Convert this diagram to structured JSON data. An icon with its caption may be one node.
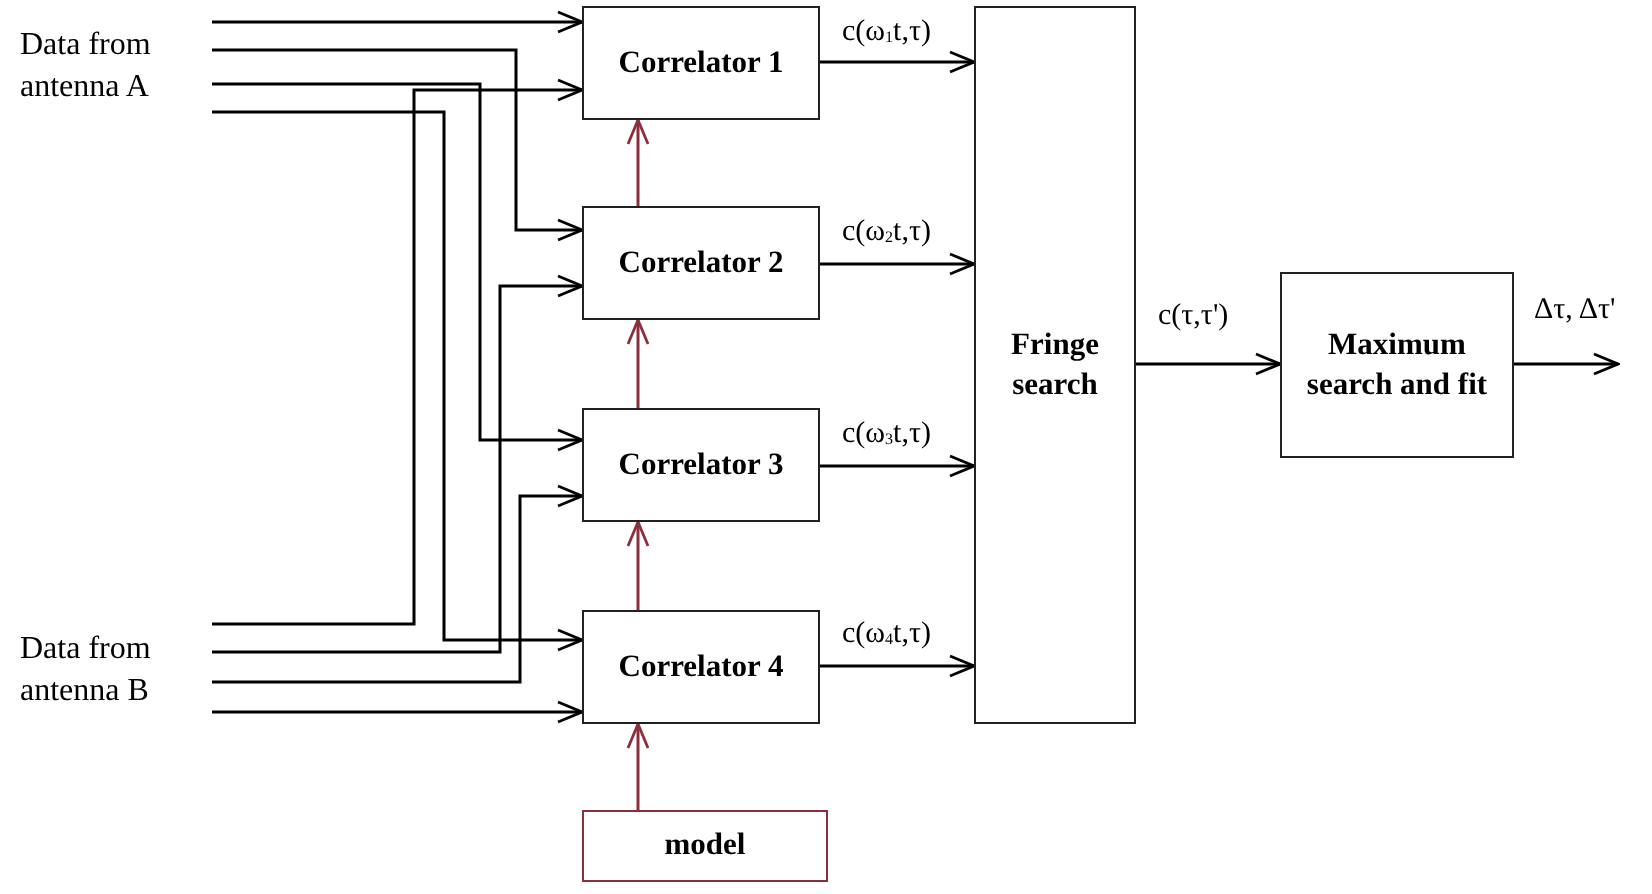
{
  "diagram": {
    "nodes": [
      {
        "text": [
          "Data from antenna A"
        ]
      },
      {
        "text": [
          "Data from antenna B"
        ]
      },
      {
        "text": [
          "Correlator 1"
        ]
      },
      {
        "text": [
          "Correlator 2"
        ]
      },
      {
        "text": [
          "Correlator 3"
        ]
      },
      {
        "text": [
          "Correlator 4"
        ]
      },
      {
        "text": [
          "Fringe search"
        ]
      },
      {
        "text": [
          "Maximum search and fit"
        ]
      },
      {
        "text": [
          "model"
        ]
      }
    ],
    "edges": [
      {
        "from": 0,
        "to": 2,
        "arrow": "to"
      },
      {
        "from": 0,
        "to": 3,
        "arrow": "to"
      },
      {
        "from": 0,
        "to": 4,
        "arrow": "to"
      },
      {
        "from": 0,
        "to": 5,
        "arrow": "to"
      },
      {
        "from": 1,
        "to": 2,
        "arrow": "to"
      },
      {
        "from": 1,
        "to": 3,
        "arrow": "to"
      },
      {
        "from": 1,
        "to": 4,
        "arrow": "to"
      },
      {
        "from": 1,
        "to": 5,
        "arrow": "to"
      },
      {
        "from": 2,
        "to": 6,
        "arrow": "to",
        "label": "c(ω$_{1}$t,τ)"
      },
      {
        "from": 3,
        "to": 6,
        "arrow": "to",
        "label": "c(ω$_{2}$t,τ)"
      },
      {
        "from": 4,
        "to": 6,
        "arrow": "to",
        "label": "c(ω$_{3}$t,τ)"
      },
      {
        "from": 5,
        "to": 6,
        "arrow": "to",
        "label": "c(ω$_{4}$t,τ)"
      },
      {
        "from": 6,
        "to": 7,
        "arrow": "to",
        "label": "c(τ,τ')"
      },
      {
        "from": 7,
        "to": null,
        "arrow": "to",
        "label": "Δτ, Δτ'"
      },
      {
        "from": 8,
        "to": 5,
        "arrow": "to",
        "color": "#8c2f3c"
      },
      {
        "from": 5,
        "to": 4,
        "arrow": "to",
        "color": "#8c2f3c"
      },
      {
        "from": 4,
        "to": 3,
        "arrow": "to",
        "color": "#8c2f3c"
      },
      {
        "from": 3,
        "to": 2,
        "arrow": "to",
        "color": "#8c2f3c"
      }
    ]
  }
}
